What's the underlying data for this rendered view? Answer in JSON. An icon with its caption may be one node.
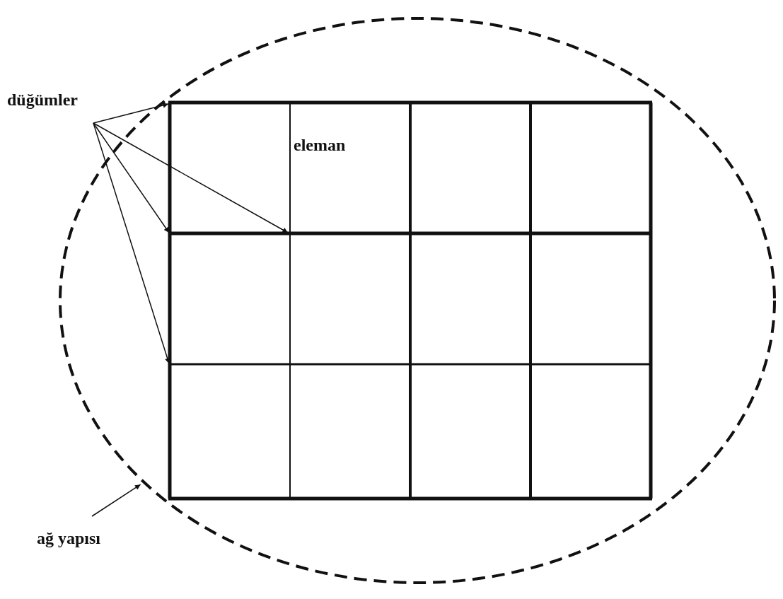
{
  "diagram": {
    "nodes": [
      {
        "text": [
          "düğümler"
        ]
      },
      {
        "text": [
          "ağ yapısı"
        ]
      },
      {
        "text": [],
        "shape": "ellipse"
      },
      {
        "text": [],
        "shape": "grid",
        "in": 2
      }
    ],
    "edges": [
      {
        "from": 0,
        "to": 3,
        "arrow": "to"
      },
      {
        "from": 0,
        "to": 3,
        "arrow": "to"
      },
      {
        "from": 0,
        "to": 3,
        "arrow": "to"
      },
      {
        "from": 0,
        "to": 3,
        "arrow": "to"
      },
      {
        "from": 1,
        "to": 2,
        "arrow": "to"
      }
    ],
    "labels": [
      "eleman"
    ]
  }
}
